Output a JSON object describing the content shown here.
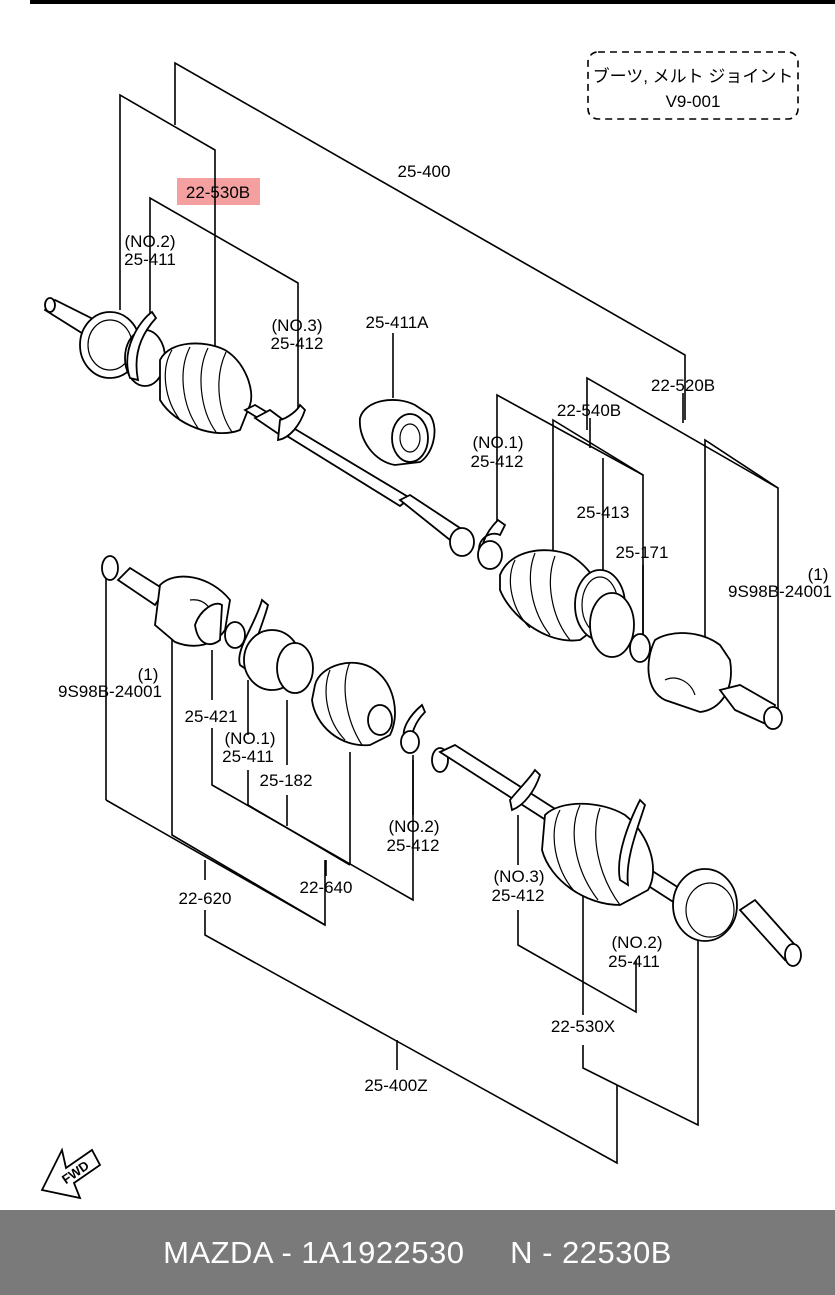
{
  "note": {
    "line1": "ブーツ, メルト ジョイント",
    "line2": "V9-001"
  },
  "highlight_label": "22-530B",
  "labels": {
    "asm_25_400": "25-400",
    "asm_25_400z": "25-400Z",
    "boot_no2_prefix": "(NO.2)",
    "boot_no2_num": "25-411",
    "clamp_no3_prefix": "(NO.3)",
    "clamp_no3_num": "25-412",
    "bearing": "25-411A",
    "kit_22_520b": "22-520B",
    "kit_22_540b": "22-540B",
    "clamp_no1_prefix": "(NO.1)",
    "clamp_no1_num": "25-412",
    "band_25_413": "25-413",
    "ring_25_171": "25-171",
    "clip_right_qty": "(1)",
    "clip_right_num": "9S98B-24001",
    "clip_left_qty": "(1)",
    "clip_left_num": "9S98B-24001",
    "spider_25_421": "25-421",
    "boot_no1_prefix": "(NO.1)",
    "boot_no1_num": "25-411",
    "ring_25_182": "25-182",
    "clamp_no2_prefix": "(NO.2)",
    "clamp_no2_num": "25-412",
    "kit_22_620": "22-620",
    "kit_22_640": "22-640",
    "clamp_no3b_prefix": "(NO.3)",
    "clamp_no3b_num": "25-412",
    "boot_no2b_prefix": "(NO.2)",
    "boot_no2b_num": "25-411",
    "kit_22_530x": "22-530X",
    "fwd": "FWD"
  },
  "footer": "MAZDA - 1A1922530     N - 22530B",
  "colors": {
    "highlight": "#f4a0a0",
    "footer_bg": "#7a7a7a",
    "footer_text": "#ffffff"
  }
}
